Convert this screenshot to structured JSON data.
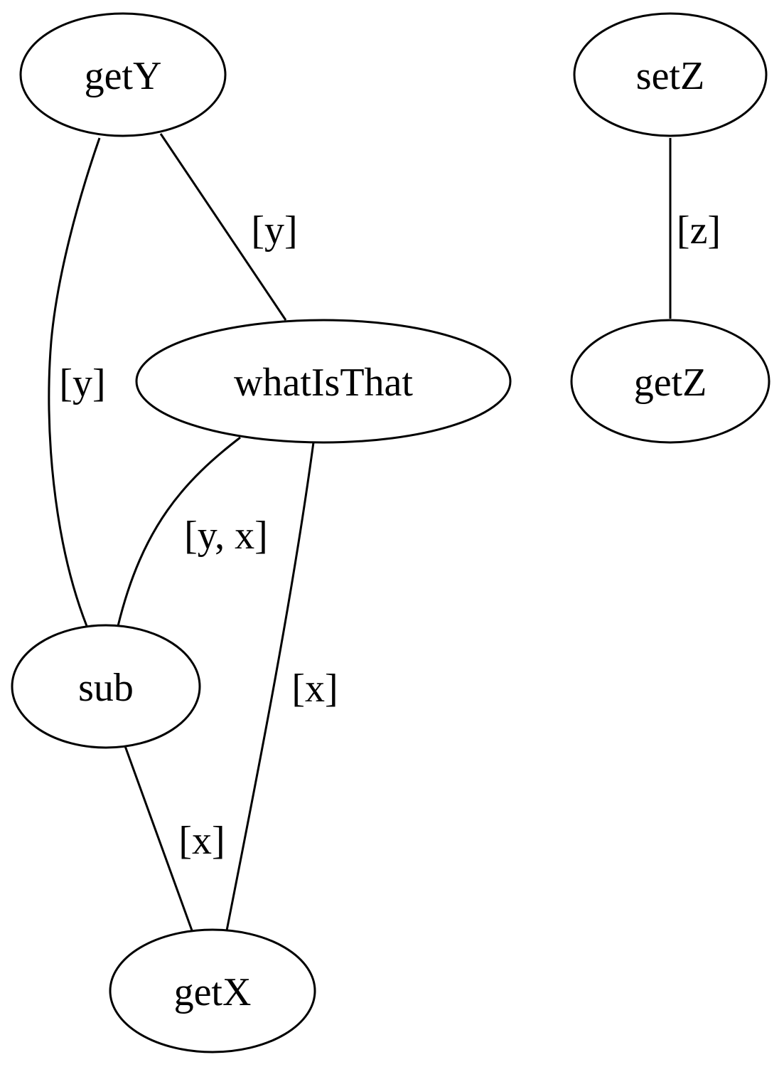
{
  "graph": {
    "nodes": {
      "getY": "getY",
      "setZ": "setZ",
      "whatIsThat": "whatIsThat",
      "getZ": "getZ",
      "sub": "sub",
      "getX": "getX"
    },
    "edges": [
      {
        "from": "getY",
        "to": "sub",
        "label": "[y]"
      },
      {
        "from": "getY",
        "to": "whatIsThat",
        "label": "[y]"
      },
      {
        "from": "setZ",
        "to": "getZ",
        "label": "[z]"
      },
      {
        "from": "whatIsThat",
        "to": "sub",
        "label": "[y, x]"
      },
      {
        "from": "whatIsThat",
        "to": "getX",
        "label": "[x]"
      },
      {
        "from": "sub",
        "to": "getX",
        "label": "[x]"
      }
    ]
  },
  "colors": {
    "stroke": "#000000",
    "node_fill": "#ffffff",
    "background": "#ffffff"
  }
}
